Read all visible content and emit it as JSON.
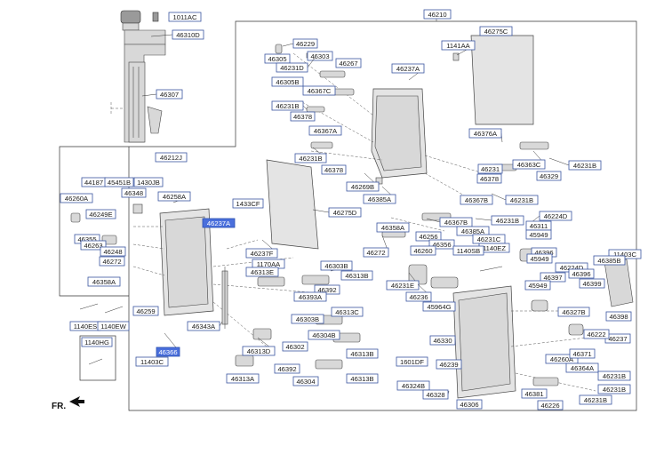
{
  "labels": [
    {
      "id": "l1011AC",
      "text": "1011AC"
    },
    {
      "id": "l46310D",
      "text": "46310D"
    },
    {
      "id": "l46307",
      "text": "46307"
    },
    {
      "id": "l46210",
      "text": "46210"
    },
    {
      "id": "l46275C",
      "text": "46275C"
    },
    {
      "id": "l1141AA",
      "text": "1141AA"
    },
    {
      "id": "l46229",
      "text": "46229"
    },
    {
      "id": "l46305a",
      "text": "46305"
    },
    {
      "id": "l46303",
      "text": "46303"
    },
    {
      "id": "l46231Da",
      "text": "46231D"
    },
    {
      "id": "l46267",
      "text": "46267"
    },
    {
      "id": "l46237A",
      "text": "46237A"
    },
    {
      "id": "l46305B",
      "text": "46305B"
    },
    {
      "id": "l46367C",
      "text": "46367C"
    },
    {
      "id": "l46231Ba",
      "text": "46231B"
    },
    {
      "id": "l46378a",
      "text": "46378"
    },
    {
      "id": "l46367A",
      "text": "46367A"
    },
    {
      "id": "l46376A",
      "text": "46376A"
    },
    {
      "id": "l46231Bb",
      "text": "46231B"
    },
    {
      "id": "l46378b",
      "text": "46378"
    },
    {
      "id": "l46363C",
      "text": "46363C"
    },
    {
      "id": "l46231Bc",
      "text": "46231B"
    },
    {
      "id": "l46231a",
      "text": "46231"
    },
    {
      "id": "l46378c",
      "text": "46378"
    },
    {
      "id": "l46329",
      "text": "46329"
    },
    {
      "id": "l46212J",
      "text": "46212J"
    },
    {
      "id": "l44187",
      "text": "44187"
    },
    {
      "id": "l45451B",
      "text": "45451B"
    },
    {
      "id": "l1430JB",
      "text": "1430JB"
    },
    {
      "id": "l46269B",
      "text": "46269B"
    },
    {
      "id": "l46367B",
      "text": "46367B"
    },
    {
      "id": "l46231Bd",
      "text": "46231B"
    },
    {
      "id": "l46260A",
      "text": "46260A"
    },
    {
      "id": "l46348",
      "text": "46348"
    },
    {
      "id": "l46258A",
      "text": "46258A"
    },
    {
      "id": "l1433CF",
      "text": "1433CF"
    },
    {
      "id": "l46385A",
      "text": "46385A"
    },
    {
      "id": "l46275D",
      "text": "46275D"
    },
    {
      "id": "l46224D",
      "text": "46224D"
    },
    {
      "id": "l46249E",
      "text": "46249E"
    },
    {
      "id": "l46231Be",
      "text": "46231B"
    },
    {
      "id": "l46367Bb",
      "text": "46367B"
    },
    {
      "id": "l46237A2",
      "text": "46237A"
    },
    {
      "id": "l46358A",
      "text": "46358A"
    },
    {
      "id": "l46256",
      "text": "46256"
    },
    {
      "id": "l46385Aa",
      "text": "46385A"
    },
    {
      "id": "l46231C",
      "text": "46231C"
    },
    {
      "id": "l46311",
      "text": "46311"
    },
    {
      "id": "l46355",
      "text": "46355"
    },
    {
      "id": "l46356",
      "text": "46356"
    },
    {
      "id": "l1140EZ",
      "text": "1140EZ"
    },
    {
      "id": "l45949a",
      "text": "45949"
    },
    {
      "id": "l46396a",
      "text": "46396"
    },
    {
      "id": "l46263",
      "text": "46263"
    },
    {
      "id": "l46272",
      "text": "46272"
    },
    {
      "id": "l46260",
      "text": "46260"
    },
    {
      "id": "l1140SB",
      "text": "1140SB"
    },
    {
      "id": "l11403Ca",
      "text": "11403C"
    },
    {
      "id": "l46248",
      "text": "46248"
    },
    {
      "id": "l46237F",
      "text": "46237F"
    },
    {
      "id": "l46224Db",
      "text": "46224D"
    },
    {
      "id": "l46385B",
      "text": "46385B"
    },
    {
      "id": "l46272b",
      "text": "46272"
    },
    {
      "id": "l1170AA",
      "text": "1170AA"
    },
    {
      "id": "l46313E",
      "text": "46313E"
    },
    {
      "id": "l46303B",
      "text": "46303B"
    },
    {
      "id": "l46397",
      "text": "46397"
    },
    {
      "id": "l46396b",
      "text": "46396"
    },
    {
      "id": "l46358Ab",
      "text": "46358A"
    },
    {
      "id": "l46313B",
      "text": "46313B"
    },
    {
      "id": "l46231E",
      "text": "46231E"
    },
    {
      "id": "l45949b",
      "text": "45949"
    },
    {
      "id": "l46399",
      "text": "46399"
    },
    {
      "id": "l46392a",
      "text": "46392"
    },
    {
      "id": "l46393A",
      "text": "46393A"
    },
    {
      "id": "l46236",
      "text": "46236"
    },
    {
      "id": "l46259",
      "text": "46259"
    },
    {
      "id": "l45964G",
      "text": "45964G"
    },
    {
      "id": "l46313C",
      "text": "46313C"
    },
    {
      "id": "l46327B",
      "text": "46327B"
    },
    {
      "id": "l46398",
      "text": "46398"
    },
    {
      "id": "l1140ES",
      "text": "1140ES"
    },
    {
      "id": "l1140EW",
      "text": "1140EW"
    },
    {
      "id": "l46343A",
      "text": "46343A"
    },
    {
      "id": "l46303Bb",
      "text": "46303B"
    },
    {
      "id": "l45949c",
      "text": "45949"
    },
    {
      "id": "l46304B",
      "text": "46304B"
    },
    {
      "id": "l46237",
      "text": "46237"
    },
    {
      "id": "l1140HG",
      "text": "1140HG"
    },
    {
      "id": "l46366",
      "text": "46366"
    },
    {
      "id": "l46313D",
      "text": "46313D"
    },
    {
      "id": "l46302",
      "text": "46302"
    },
    {
      "id": "l46330",
      "text": "46330"
    },
    {
      "id": "l46222",
      "text": "46222"
    },
    {
      "id": "l46313Bb",
      "text": "46313B"
    },
    {
      "id": "l46260A2",
      "text": "46260A"
    },
    {
      "id": "l11403Cb",
      "text": "11403C"
    },
    {
      "id": "l1601DF",
      "text": "1601DF"
    },
    {
      "id": "l46239",
      "text": "46239"
    },
    {
      "id": "l46371",
      "text": "46371"
    },
    {
      "id": "l46392b",
      "text": "46392"
    },
    {
      "id": "l46364A",
      "text": "46364A"
    },
    {
      "id": "l46231Bf",
      "text": "46231B"
    },
    {
      "id": "l46313A",
      "text": "46313A"
    },
    {
      "id": "l46304",
      "text": "46304"
    },
    {
      "id": "l46313Bc",
      "text": "46313B"
    },
    {
      "id": "l46324B",
      "text": "46324B"
    },
    {
      "id": "l46231Bg",
      "text": "46231B"
    },
    {
      "id": "l46381",
      "text": "46381"
    },
    {
      "id": "l46328",
      "text": "46328"
    },
    {
      "id": "l46306",
      "text": "46306"
    },
    {
      "id": "l46226",
      "text": "46226"
    },
    {
      "id": "l46231Bh",
      "text": "46231B"
    }
  ],
  "direction_marker": "FR.",
  "highlight_color": "#4a6fdc",
  "label_border_color": "#3a55a0"
}
